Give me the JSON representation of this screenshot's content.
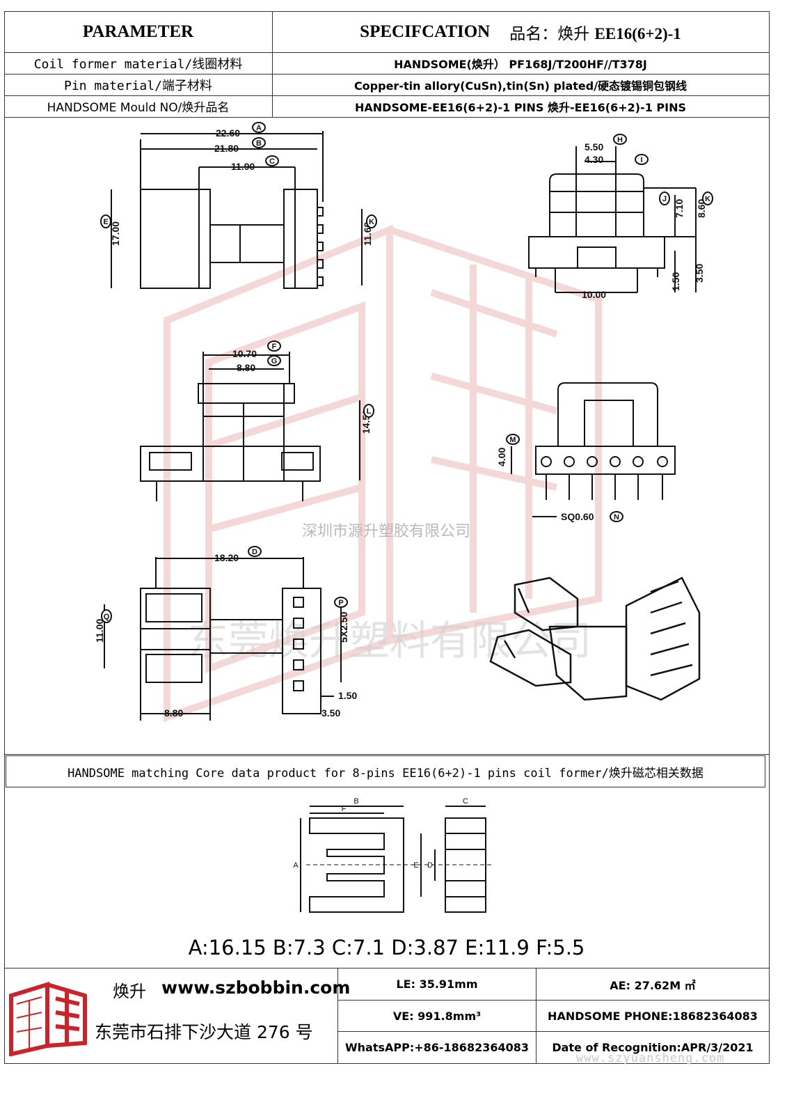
{
  "header": {
    "parameter_label": "PARAMETER",
    "spec_label": "SPECIFCATION",
    "product_name_prefix": "品名：焕升",
    "product_model": "EE16(6+2)-1"
  },
  "rows": [
    {
      "label": "Coil former material/线圈材料",
      "value": "HANDSOME(焕升）  PF168J/T200HF//T378J"
    },
    {
      "label": "Pin material/端子材料",
      "value": "Copper-tin allory(CuSn),tin(Sn) plated/硬态镀锡铜包钢线"
    },
    {
      "label": "HANDSOME Mould NO/焕升品名",
      "value": "HANDSOME-EE16(6+2)-1 PINS   焕升-EE16(6+2)-1 PINS"
    }
  ],
  "drawings": {
    "top_left": {
      "dimA": "22.60",
      "dimB": "21.80",
      "dimC": "11.90",
      "dimE": "17.00",
      "dimK": "11.60",
      "tagA": "A",
      "tagB": "B",
      "tagC": "C",
      "tagE": "E",
      "tagK": "K"
    },
    "top_right": {
      "dimH": "5.50",
      "dimI": "4.30",
      "dimJ": "7.10",
      "dimK": "8.60",
      "dim10": "10.00",
      "dimL": "1.50",
      "dim350": "3.50",
      "tagH": "H",
      "tagI": "I",
      "tagJ": "J",
      "tagK": "K"
    },
    "mid_left": {
      "dimF": "10.70",
      "dimG": "8.80",
      "dimL": "14.50",
      "tagF": "F",
      "tagG": "G",
      "tagL": "L"
    },
    "mid_right": {
      "dimM": "4.00",
      "dimN": "SQ0.60",
      "tagM": "M",
      "tagN": "N"
    },
    "bottom_left": {
      "dimD": "18.20",
      "dimQ": "11.00",
      "dimP": "5X2.50",
      "dim880": "8.80",
      "dim150": "1.50",
      "dim350": "3.50",
      "tagD": "D",
      "tagQ": "Q",
      "tagP": "P"
    }
  },
  "watermark": {
    "line1": "深圳市源升塑胶有限公司",
    "line2": "东莞焕升塑料有限公司",
    "footer_url": "www.szyuansheng.com"
  },
  "core": {
    "caption": "HANDSOME matching Core data  product for 8-pins EE16(6+2)-1 pins coil former/焕升磁芯相关数据",
    "labels": {
      "A": "A",
      "B": "B",
      "C": "C",
      "D": "D",
      "E": "E",
      "F": "F"
    },
    "values_text": "A:16.15 B:7.3 C:7.1 D:3.87 E:11.9 F:5.5"
  },
  "footer": {
    "brand": "焕升",
    "website": "www.szbobbin.com",
    "address": "东莞市石排下沙大道 276 号",
    "le": "LE:   35.91mm",
    "ae": "AE: 27.62M ㎡",
    "ve": "VE:   991.8mm³",
    "phone": "HANDSOME PHONE:18682364083",
    "whatsapp": "WhatsAPP:+86-18682364083",
    "date": "Date of Recognition:APR/3/2021"
  },
  "colors": {
    "logo_red": "#c8242b",
    "watermark": "#e8a3a3"
  }
}
